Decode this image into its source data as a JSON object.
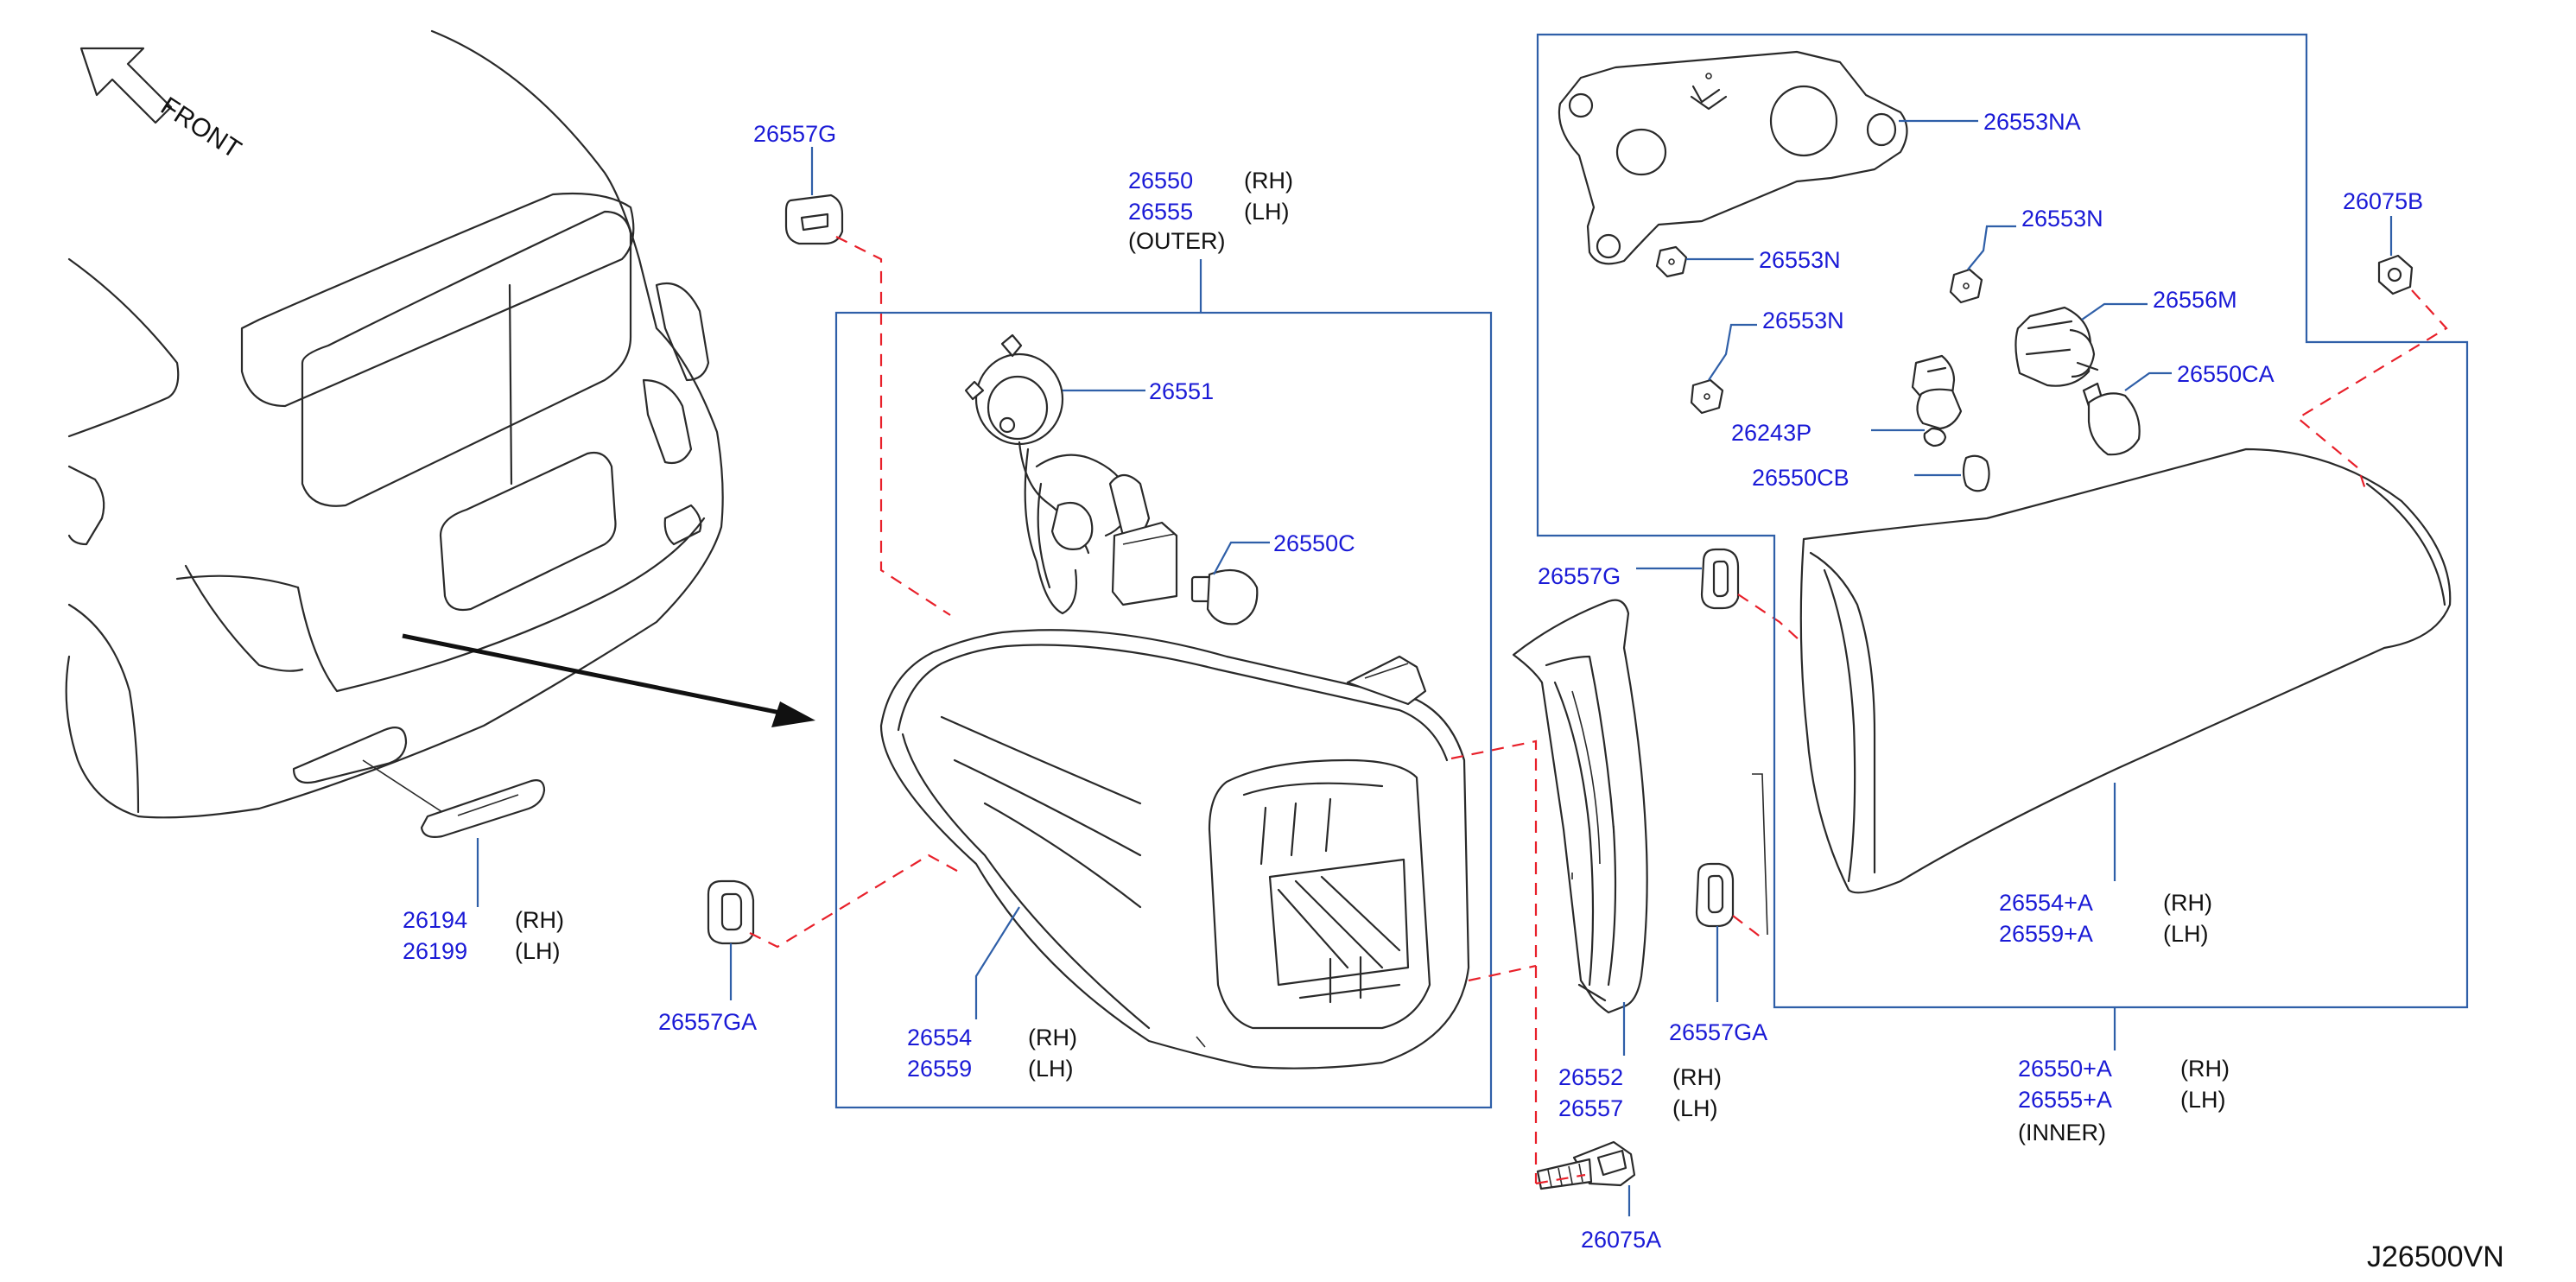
{
  "diagram_code": "J26500VN",
  "front_label": "FRONT",
  "side_labels": {
    "rh": "(RH)",
    "lh": "(LH)",
    "outer": "(OUTER)",
    "inner": "(INNER)"
  },
  "parts": {
    "p26557G_top": "26557G",
    "p26550": "26550",
    "p26555": "26555",
    "p26551": "26551",
    "p26550C": "26550C",
    "p26554": "26554",
    "p26559": "26559",
    "p26557GA_left": "26557GA",
    "p26194": "26194",
    "p26199": "26199",
    "p26552": "26552",
    "p26557": "26557",
    "p26075A": "26075A",
    "p26557G_mid": "26557G",
    "p26557GA_mid": "26557GA",
    "p26553NA": "26553NA",
    "p26553N_a": "26553N",
    "p26553N_b": "26553N",
    "p26553N_c": "26553N",
    "p26556M": "26556M",
    "p26550CA": "26550CA",
    "p26243P": "26243P",
    "p26550CB": "26550CB",
    "p26075B": "26075B",
    "p26554A": "26554+A",
    "p26559A": "26559+A",
    "p26550A": "26550+A",
    "p26555A": "26555+A"
  }
}
